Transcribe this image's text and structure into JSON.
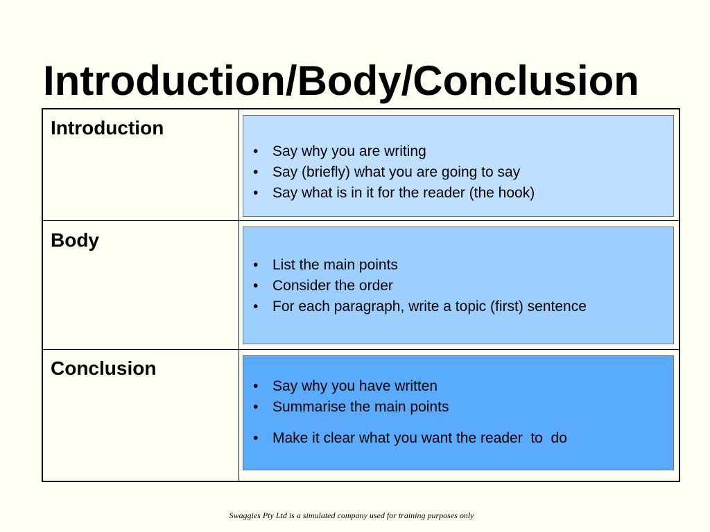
{
  "title": "Introduction/Body/Conclusion",
  "rows": [
    {
      "label": "Introduction",
      "fill": "#bfdfff",
      "bullets": [
        "Say why you are writing",
        "Say (briefly) what you are going to say",
        "Say what is in it for the reader (the hook)"
      ]
    },
    {
      "label": "Body",
      "fill": "#9dcffe",
      "bullets": [
        "List the main points",
        "Consider the order",
        "For each paragraph, write a topic (first) sentence"
      ]
    },
    {
      "label": "Conclusion",
      "fill": "#5aabfb",
      "bullets": [
        "Say why you have written",
        "Summarise the main points",
        "Make it clear what you want the reader  to  do"
      ]
    }
  ],
  "bullet_glyph": "•",
  "footer": "Swaggies Pty Ltd is a simulated company used for training purposes only",
  "colors": {
    "background": "#fffff3",
    "border": "#000000"
  }
}
